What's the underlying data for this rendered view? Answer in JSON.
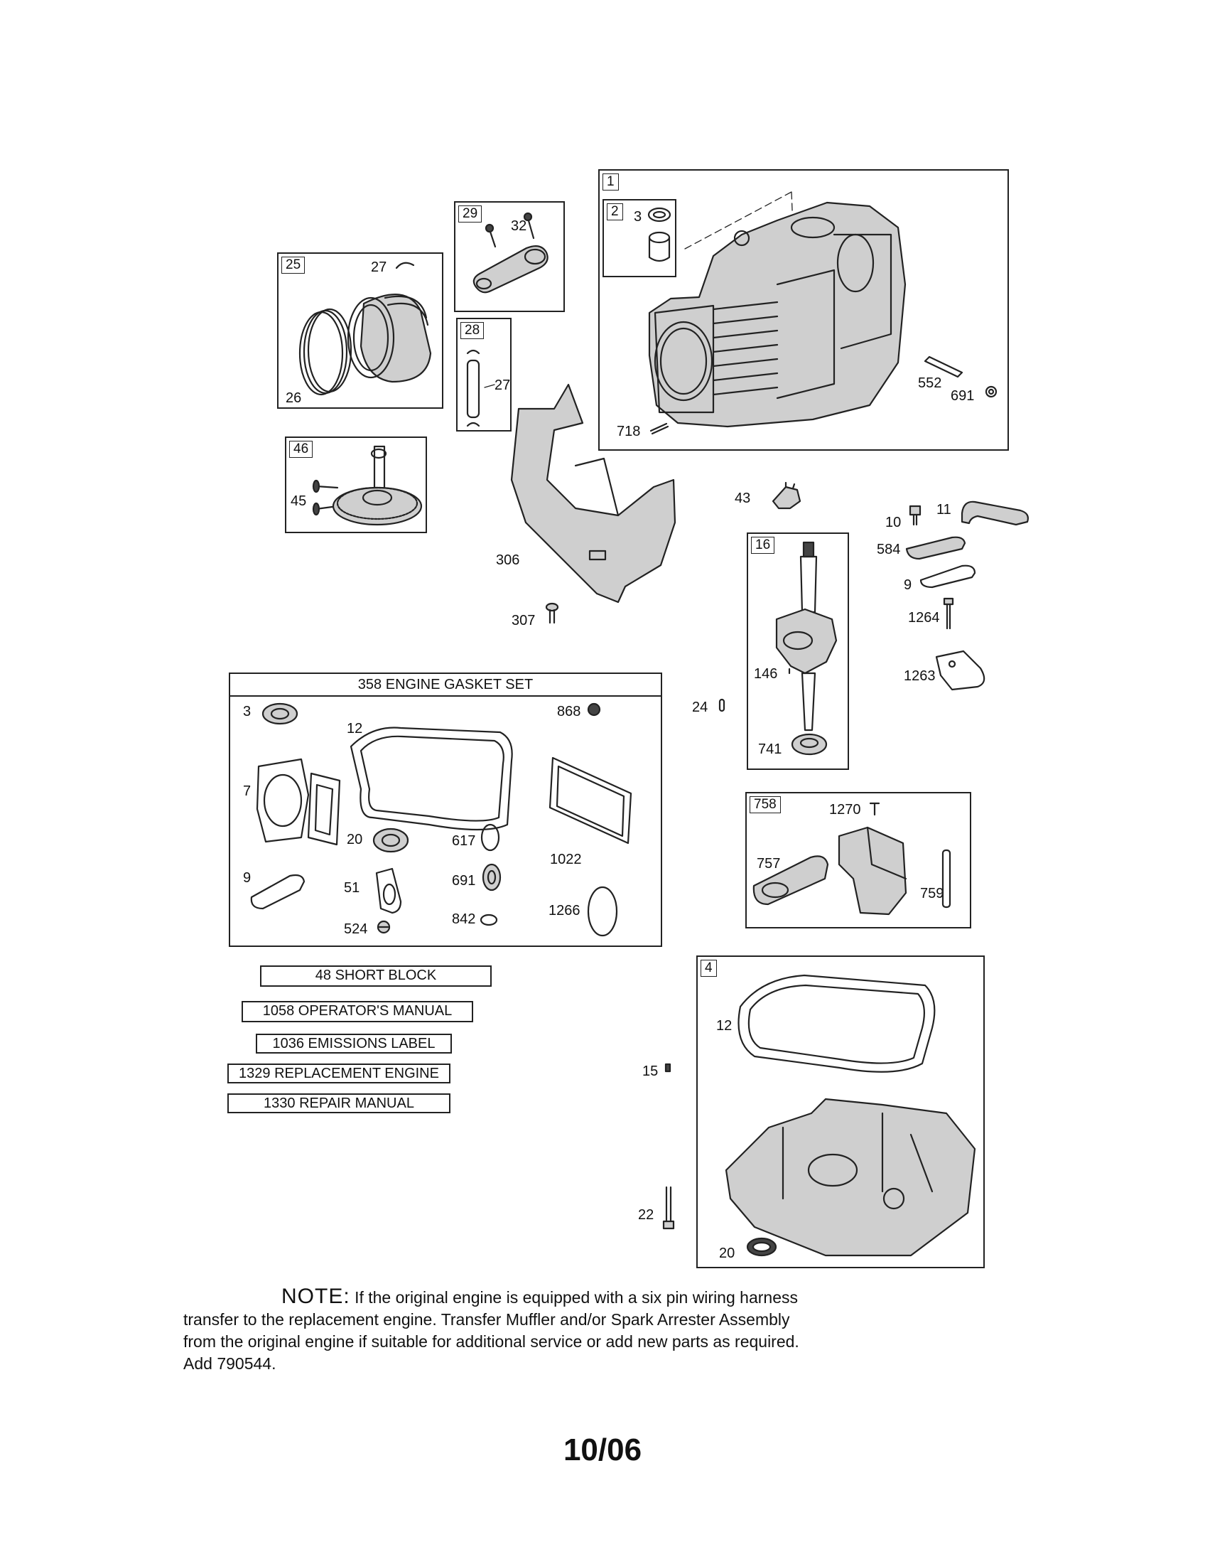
{
  "boxes": {
    "cylinder": {
      "id": "1",
      "sub_id": "2",
      "parts": [
        "3",
        "552",
        "691",
        "718"
      ]
    },
    "connecting_rod": {
      "id": "29",
      "parts": [
        "32"
      ]
    },
    "piston": {
      "id": "25",
      "parts": [
        "27",
        "26"
      ]
    },
    "piston_pin": {
      "id": "28",
      "parts": [
        "27"
      ]
    },
    "camshaft": {
      "id": "46",
      "parts": [
        "45"
      ]
    },
    "crankshaft": {
      "id": "16",
      "parts": [
        "146",
        "741"
      ]
    },
    "governor": {
      "id": "758",
      "parts": [
        "1270",
        "757",
        "759"
      ]
    },
    "sump": {
      "id": "4",
      "parts": [
        "12",
        "20"
      ]
    }
  },
  "gasket_set": {
    "title": "358 ENGINE GASKET SET",
    "parts": [
      "3",
      "12",
      "868",
      "7",
      "20",
      "617",
      "1022",
      "9",
      "51",
      "691",
      "1266",
      "524",
      "842"
    ]
  },
  "loose_parts": [
    "306",
    "307",
    "43",
    "10",
    "11",
    "584",
    "9",
    "1264",
    "1263",
    "24",
    "15",
    "22"
  ],
  "kit_labels": [
    "48 SHORT BLOCK",
    "1058 OPERATOR'S MANUAL",
    "1036 EMISSIONS LABEL",
    "1329 REPLACEMENT ENGINE",
    "1330 REPAIR MANUAL"
  ],
  "note": {
    "head": "NOTE:",
    "line1": "If the original engine is equipped with a six pin wiring harness",
    "line2": "transfer to the replacement engine.  Transfer Muffler and/or Spark Arrester Assembly",
    "line3": "from the original engine if suitable for additional service or add new parts as required.",
    "line4": "Add 790544."
  },
  "date": "10/06"
}
